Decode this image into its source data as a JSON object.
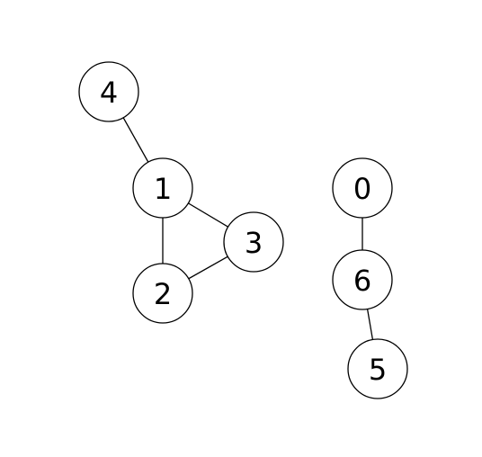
{
  "graph": {
    "nodes": [
      {
        "id": "0",
        "label": "0"
      },
      {
        "id": "1",
        "label": "1"
      },
      {
        "id": "2",
        "label": "2"
      },
      {
        "id": "3",
        "label": "3"
      },
      {
        "id": "4",
        "label": "4"
      },
      {
        "id": "5",
        "label": "5"
      },
      {
        "id": "6",
        "label": "6"
      }
    ],
    "edges": [
      {
        "source": "4",
        "target": "1"
      },
      {
        "source": "1",
        "target": "3"
      },
      {
        "source": "1",
        "target": "2"
      },
      {
        "source": "2",
        "target": "3"
      },
      {
        "source": "0",
        "target": "6"
      },
      {
        "source": "6",
        "target": "5"
      }
    ],
    "colors": {
      "stroke": "#000000",
      "fill": "#ffffff",
      "text": "#000000"
    }
  }
}
